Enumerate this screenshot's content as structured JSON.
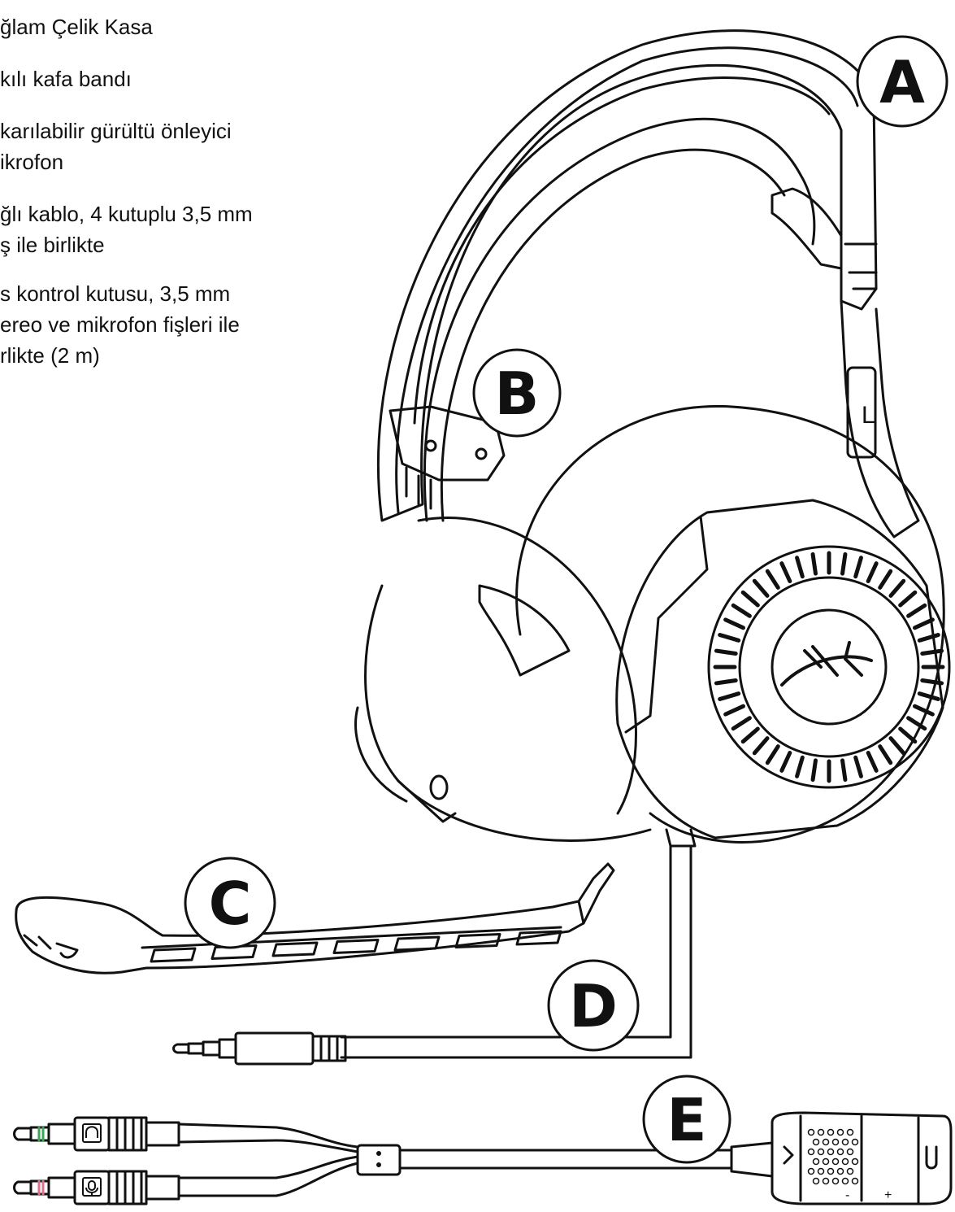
{
  "legend": {
    "items": [
      {
        "lines": [
          "ğlam Çelik Kasa"
        ]
      },
      {
        "lines": [
          "kılı kafa bandı"
        ]
      },
      {
        "lines": [
          "karılabilir gürültü önleyici",
          "ikrofon"
        ]
      },
      {
        "lines": [
          "ğlı kablo, 4 kutuplu 3,5 mm",
          "ş ile birlikte"
        ]
      },
      {
        "lines": [
          "s kontrol kutusu, 3,5 mm",
          "ereo ve mikrofon fişleri ile",
          "rlikte (2 m)"
        ]
      }
    ]
  },
  "callouts": {
    "a": "A",
    "b": "B",
    "c": "C",
    "d": "D",
    "e": "E"
  },
  "earcup_side": "L",
  "control_box": {
    "minus": "-",
    "plus": "+"
  },
  "colors": {
    "line": "#111111",
    "green_ring": "#3aa657",
    "pink_ring": "#e0708a"
  },
  "icons": {
    "headphone_plug": "headphone-icon",
    "mic_plug": "microphone-icon",
    "brand_logo": "hyperx-logo-icon"
  }
}
